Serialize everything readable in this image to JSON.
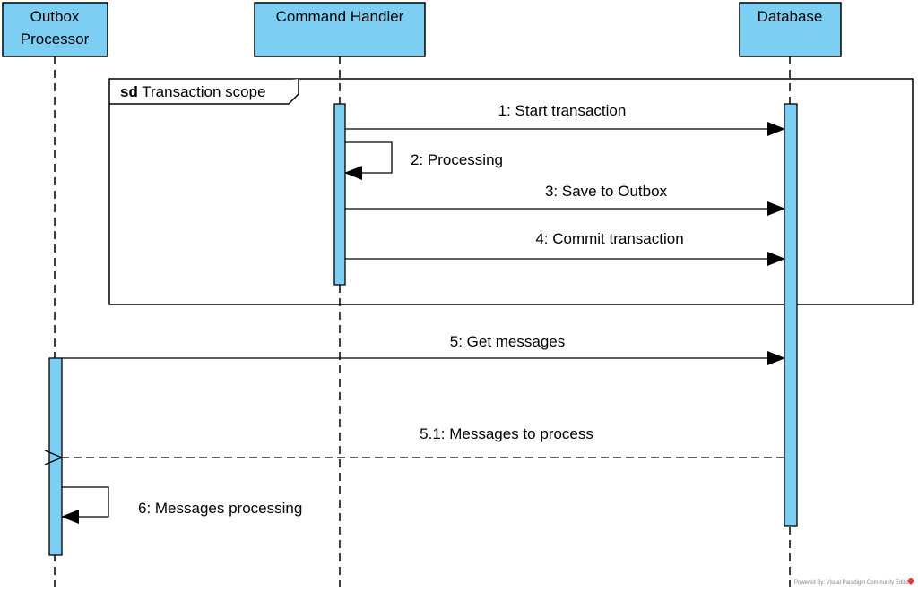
{
  "colors": {
    "lifeline_fill": "#7ccff3",
    "stroke": "#000000",
    "watermark_icon": "#e03a3a"
  },
  "lifelines": [
    {
      "id": "outbox",
      "label_lines": [
        "Outbox",
        "Processor"
      ]
    },
    {
      "id": "handler",
      "label_lines": [
        "Command Handler"
      ]
    },
    {
      "id": "db",
      "label_lines": [
        "Database"
      ]
    }
  ],
  "frame": {
    "keyword": "sd",
    "name": "Transaction scope"
  },
  "messages": [
    {
      "label": "1: Start transaction",
      "from": "handler",
      "to": "db",
      "kind": "sync"
    },
    {
      "label": "2: Processing",
      "from": "handler",
      "to": "handler",
      "kind": "self"
    },
    {
      "label": "3: Save to Outbox",
      "from": "handler",
      "to": "db",
      "kind": "sync"
    },
    {
      "label": "4: Commit transaction",
      "from": "handler",
      "to": "db",
      "kind": "sync"
    },
    {
      "label": "5: Get messages",
      "from": "outbox",
      "to": "db",
      "kind": "sync"
    },
    {
      "label": "5.1: Messages to process",
      "from": "db",
      "to": "outbox",
      "kind": "reply"
    },
    {
      "label": "6: Messages processing",
      "from": "outbox",
      "to": "outbox",
      "kind": "self"
    }
  ],
  "watermark": "Powered By: Visual Paradigm Community Edition"
}
